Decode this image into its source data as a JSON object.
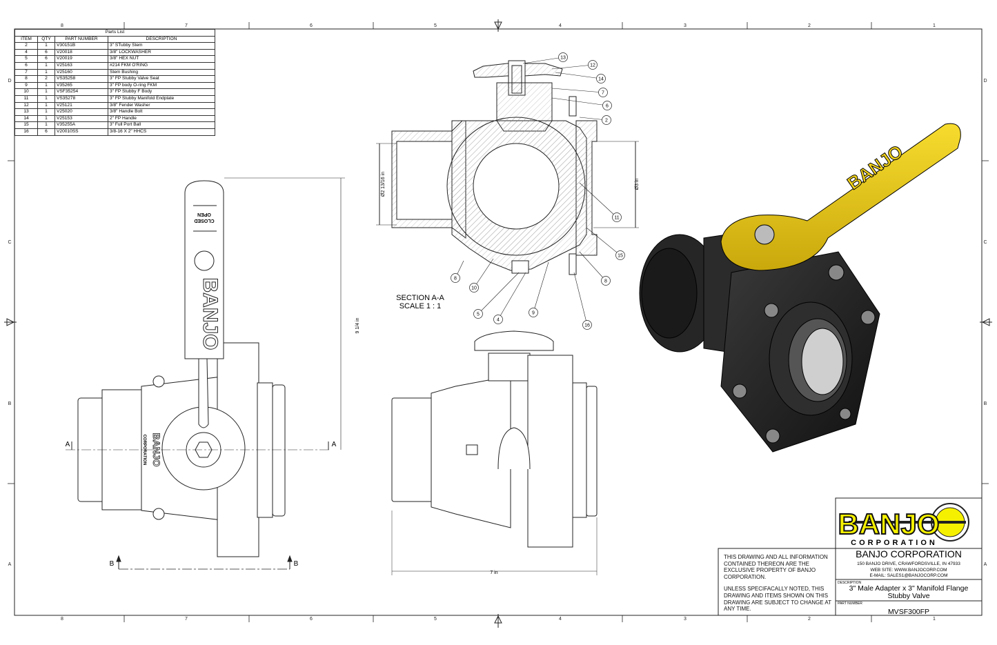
{
  "zones": {
    "columns": [
      "8",
      "7",
      "6",
      "5",
      "4",
      "3",
      "2",
      "1"
    ],
    "rows": [
      "D",
      "C",
      "B",
      "A"
    ]
  },
  "parts_list": {
    "title": "Parts List",
    "headers": [
      "ITEM",
      "QTY",
      "PART NUMBER",
      "DESCRIPTION"
    ],
    "rows": [
      [
        "2",
        "1",
        "V30151B",
        "3\" STubby Stem"
      ],
      [
        "4",
        "6",
        "V20018",
        "3/8\" LOCKWASHER"
      ],
      [
        "5",
        "6",
        "V20019",
        "3/8\" HEX NUT"
      ],
      [
        "6",
        "1",
        "V25163",
        "#214 FKM O'RING"
      ],
      [
        "7",
        "1",
        "V25160",
        "Stem Bushing"
      ],
      [
        "8",
        "2",
        "VS35258",
        "3\" FP Stubby Valve Seat"
      ],
      [
        "9",
        "1",
        "V35265",
        "3\" FP body O-ring FKM"
      ],
      [
        "10",
        "1",
        "VSF35254",
        "3\" FP Stubby F Body"
      ],
      [
        "11",
        "1",
        "VS35278",
        "3\" FP Stubby Manifold Endplate"
      ],
      [
        "12",
        "1",
        "V25121",
        "3/8\" Fender Washer"
      ],
      [
        "13",
        "1",
        "V25020",
        "3/8\" Handle Bolt"
      ],
      [
        "14",
        "1",
        "V25153",
        "2\" FP Handle"
      ],
      [
        "15",
        "1",
        "V35255A",
        "3\" Full Port Ball"
      ],
      [
        "16",
        "6",
        "V20010SS",
        "3/8-16 X 2\" HHCS"
      ]
    ]
  },
  "section": {
    "title": "SECTION A-A",
    "scale": "SCALE 1 : 1",
    "dim_left": "Ø2 13/16 in",
    "dim_right": "Ø3 in"
  },
  "balloons": [
    "13",
    "12",
    "14",
    "7",
    "6",
    "2",
    "11",
    "15",
    "8",
    "8",
    "10",
    "5",
    "4",
    "9",
    "16"
  ],
  "front_view": {
    "height_dim": "9 1/4 in",
    "section_label": "A",
    "view_label": "B",
    "handle_brand": "BANJO",
    "handle_closed": "CLOSED",
    "handle_open": "OPEN",
    "body_brand": "BANJO",
    "body_corp": "CORPORATION"
  },
  "side_view": {
    "width_dim": "7 in"
  },
  "title_block": {
    "logo_text": "BANJO",
    "logo_sub": "CORPORATION",
    "company": "BANJO CORPORATION",
    "address": "150 BANJO DRIVE, CRAWFORDSVILLE, IN 47933",
    "web": "WEB SITE: WWW.BANJOCORP.COM",
    "email": "E-MAIL: SALES1@BANJOCORP.COM",
    "description_label": "DESCRIPTION",
    "description_line1": "3\" Male Adapter x 3\" Manifold Flange",
    "description_line2": "Stubby Valve",
    "part_number_label": "PART NUMBER",
    "part_number": "MVSF300FP",
    "note1": "THIS DRAWING AND ALL INFORMATION CONTAINED THEREON ARE THE EXCLUSIVE PROPERTY OF BANJO CORPORATION.",
    "note2": "UNLESS SPECIFACALLY NOTED, THIS DRAWING AND ITEMS SHOWN ON THIS DRAWING ARE SUBJECT TO CHANGE AT ANY TIME."
  },
  "colors": {
    "handle": "#f2d21b",
    "body": "#1e1e1e",
    "logo_yellow": "#f5f000"
  }
}
